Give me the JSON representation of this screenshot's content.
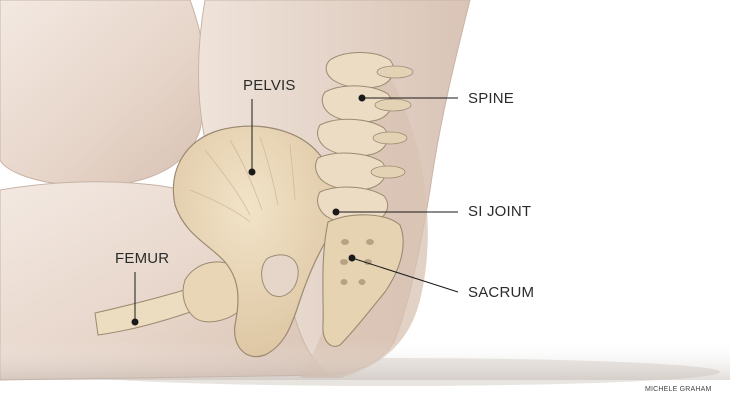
{
  "labels": {
    "pelvis": "PELVIS",
    "femur": "FEMUR",
    "spine": "SPINE",
    "si_joint": "SI JOINT",
    "sacrum": "SACRUM"
  },
  "credit": "MICHELE GRAHAM",
  "colors": {
    "skin": "#e9d9cf",
    "skin_shadow": "#d8c3b5",
    "bone": "#ecdcc0",
    "bone_shade": "#d9c3a0",
    "bone_outline": "#9c8a72",
    "ink": "#1a1a1a"
  }
}
